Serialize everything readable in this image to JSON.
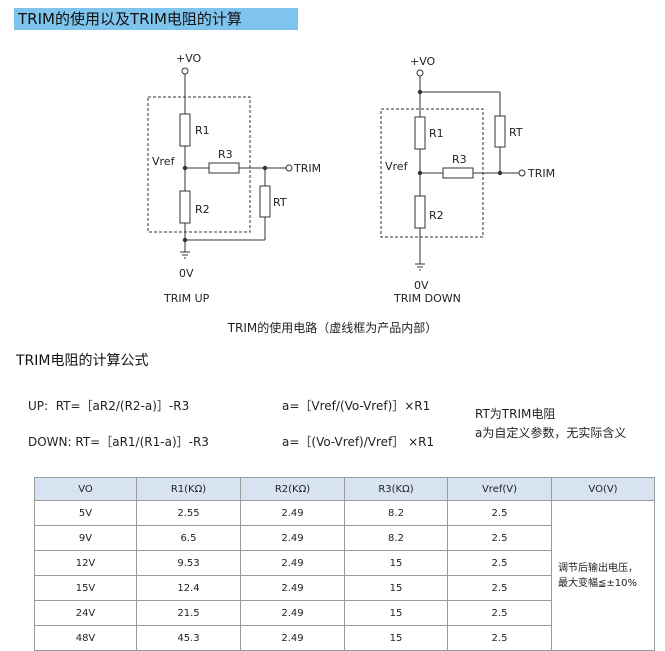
{
  "header": {
    "title": "TRIM的使用以及TRIM电阻的计算"
  },
  "circuit_up": {
    "supply": "+VO",
    "r1": "R1",
    "r2": "R2",
    "r3": "R3",
    "rt": "RT",
    "vref": "Vref",
    "trim": "TRIM",
    "ground": "0V",
    "caption": "TRIM UP"
  },
  "circuit_down": {
    "supply": "+VO",
    "r1": "R1",
    "r2": "R2",
    "r3": "R3",
    "rt": "RT",
    "vref": "Vref",
    "trim": "TRIM",
    "ground": "0V",
    "caption": "TRIM DOWN"
  },
  "figure_caption": "TRIM的使用电路（虚线框为产品内部）",
  "section_title": "TRIM电阻的计算公式",
  "formulas": {
    "up_rt": "UP:  RT=［aR2/(R2-a)］-R3",
    "up_a": "a=［Vref/(Vo-Vref)］×R1",
    "down_rt": "DOWN: RT=［aR1/(R1-a)］-R3",
    "down_a": "a=［(Vo-Vref)/Vref］ ×R1",
    "note_rt": "RT为TRIM电阻",
    "note_a": "a为自定义参数，无实际含义"
  },
  "table": {
    "headers": [
      "VO",
      "R1(KΩ)",
      "R2(KΩ)",
      "R3(KΩ)",
      "Vref(V)",
      "VO(V)"
    ],
    "rows": [
      [
        "5V",
        "2.55",
        "2.49",
        "8.2",
        "2.5"
      ],
      [
        "9V",
        "6.5",
        "2.49",
        "8.2",
        "2.5"
      ],
      [
        "12V",
        "9.53",
        "2.49",
        "15",
        "2.5"
      ],
      [
        "15V",
        "12.4",
        "2.49",
        "15",
        "2.5"
      ],
      [
        "24V",
        "21.5",
        "2.49",
        "15",
        "2.5"
      ],
      [
        "48V",
        "45.3",
        "2.49",
        "15",
        "2.5"
      ]
    ],
    "note_line1": "调节后输出电压，",
    "note_line2": "最大变幅≦±10%"
  }
}
